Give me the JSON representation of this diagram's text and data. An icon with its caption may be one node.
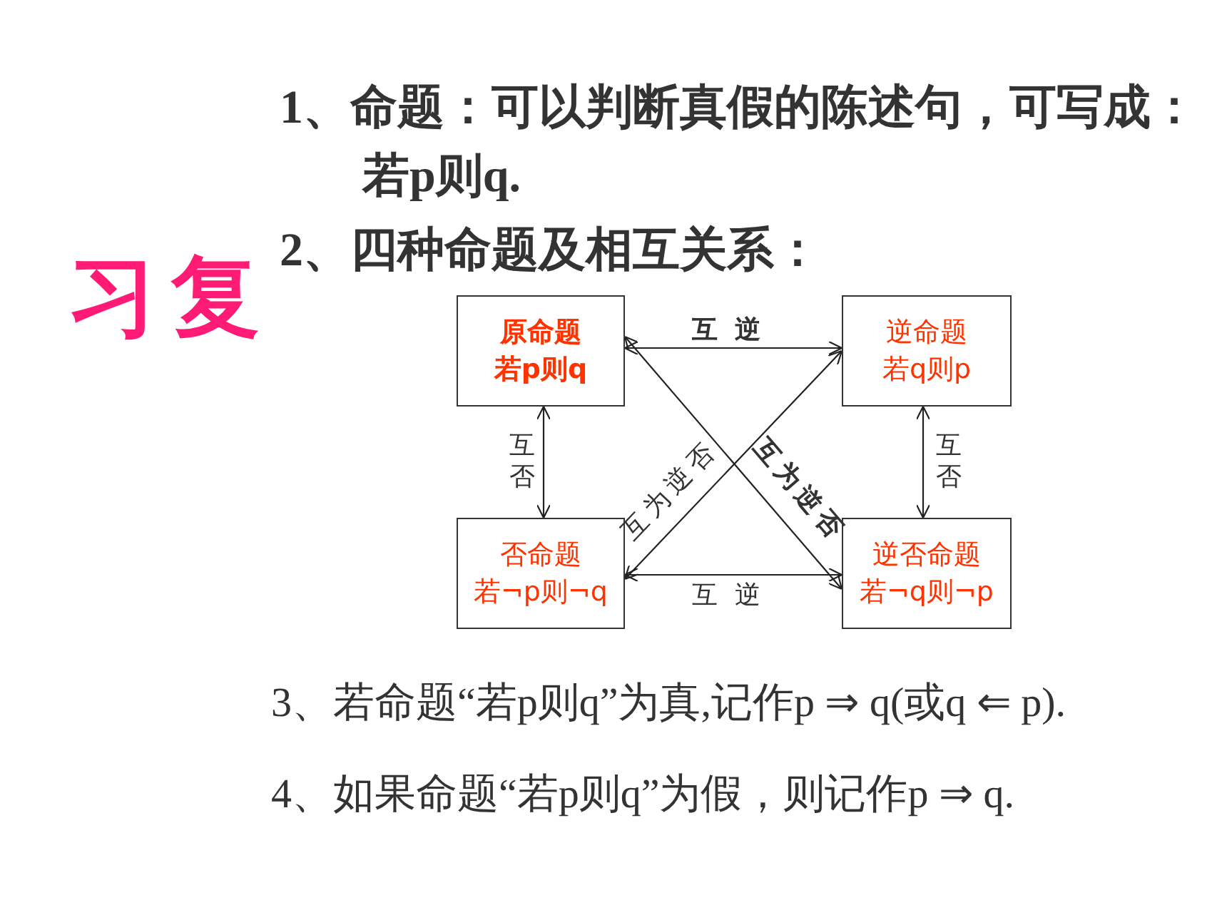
{
  "diagram": {
    "title": "习复",
    "nodes": [
      {
        "text": [
          "原命题",
          "若p则q"
        ]
      },
      {
        "text": [
          "逆命题",
          "若q则p"
        ]
      },
      {
        "text": [
          "否命题",
          "若¬p则¬q"
        ]
      },
      {
        "text": [
          "逆否命题",
          "若¬q则¬p"
        ]
      }
    ],
    "edges": [
      {
        "from": 0,
        "to": 1,
        "arrow": "both",
        "label": "互逆"
      },
      {
        "from": 0,
        "to": 2,
        "arrow": "both",
        "label": "互否"
      },
      {
        "from": 1,
        "to": 3,
        "arrow": "both",
        "label": "互否"
      },
      {
        "from": 0,
        "to": 3,
        "arrow": "both",
        "label": "互为逆否"
      },
      {
        "from": 1,
        "to": 2,
        "arrow": "both",
        "label": "互为逆否"
      },
      {
        "from": 2,
        "to": 3,
        "arrow": "both",
        "label": "互逆"
      }
    ],
    "labels": [
      "1、命题：可以判断真假的陈述句，可写成：若p则q.",
      "2、四种命题及相互关系：",
      "3、若命题“若p则q”为真,记作p ⇒ q(或q ⇐ p).",
      "4、如果命题“若p则q”为假，则记作p ⇒ q."
    ]
  }
}
